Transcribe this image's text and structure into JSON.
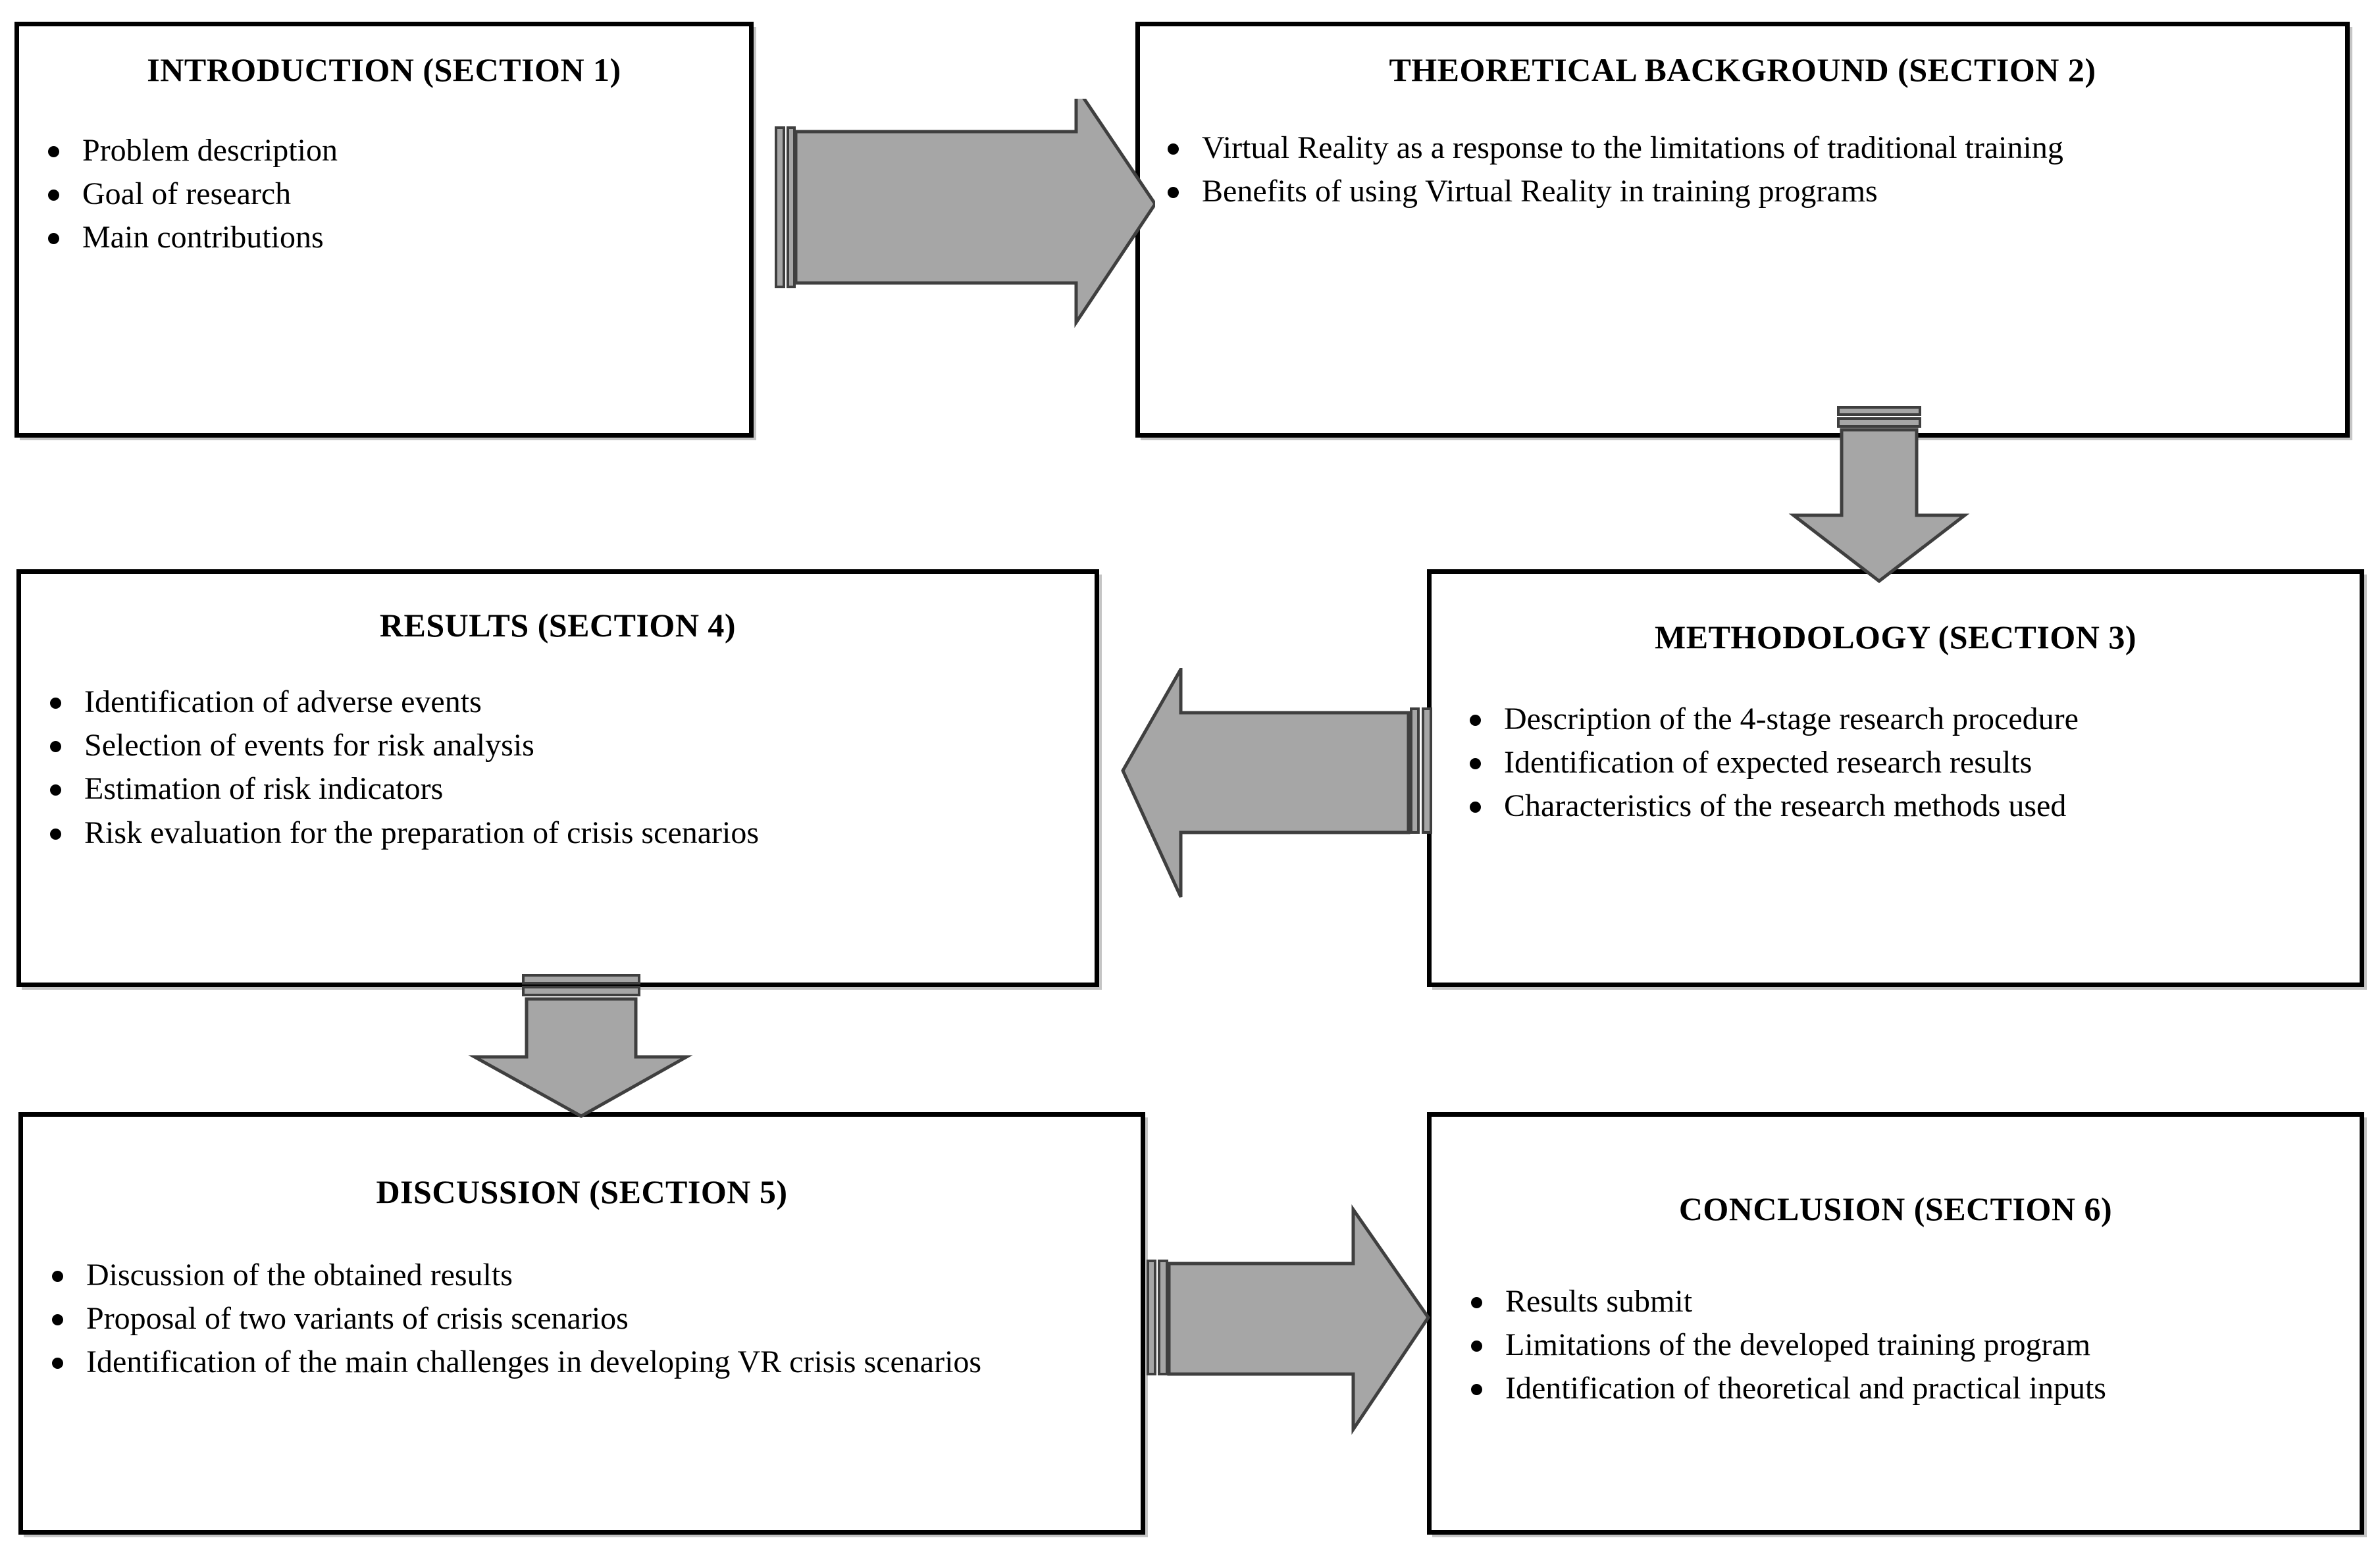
{
  "diagram": {
    "title": "Research paper structure flowchart",
    "colors": {
      "box_border": "#000000",
      "box_fill": "#ffffff",
      "arrow_fill": "#a6a6a6",
      "arrow_stroke": "#3f3f3f",
      "text": "#000000"
    }
  },
  "nodes": [
    {
      "id": "introduction",
      "title": "INTRODUCTION  (SECTION 1)",
      "bullets": [
        "Problem description",
        "Goal of research",
        "Main contributions"
      ]
    },
    {
      "id": "theoretical-background",
      "title": "THEORETICAL BACKGROUND  (SECTION 2)",
      "bullets": [
        "Virtual Reality as a response to the limitations of traditional training",
        "Benefits of using Virtual Reality in training programs"
      ]
    },
    {
      "id": "results",
      "title": "RESULTS  (SECTION 4)",
      "bullets": [
        "Identification of adverse events",
        "Selection of events for risk analysis",
        "Estimation of risk indicators",
        "Risk evaluation for the preparation of crisis scenarios"
      ]
    },
    {
      "id": "methodology",
      "title": "METHODOLOGY (SECTION 3)",
      "bullets": [
        "Description of the 4-stage research procedure",
        "Identification of expected research results",
        "Characteristics of the research methods used"
      ]
    },
    {
      "id": "discussion",
      "title": "DISCUSSION (SECTION 5)",
      "bullets": [
        "Discussion of the obtained results",
        "Proposal of two variants of crisis scenarios",
        "Identification of the main challenges in developing VR crisis scenarios"
      ]
    },
    {
      "id": "conclusion",
      "title": "CONCLUSION  (SECTION 6)",
      "bullets": [
        "Results submit",
        "Limitations of the developed training program",
        "Identification of theoretical and practical inputs"
      ]
    }
  ],
  "connectors": [
    {
      "id": "intro-to-theory",
      "direction": "right",
      "from": "introduction",
      "to": "theoretical-background"
    },
    {
      "id": "theory-to-method",
      "direction": "down",
      "from": "theoretical-background",
      "to": "methodology"
    },
    {
      "id": "method-to-results",
      "direction": "left",
      "from": "methodology",
      "to": "results"
    },
    {
      "id": "results-to-discussion",
      "direction": "down",
      "from": "results",
      "to": "discussion"
    },
    {
      "id": "discussion-to-conclusion",
      "direction": "right",
      "from": "discussion",
      "to": "conclusion"
    }
  ]
}
